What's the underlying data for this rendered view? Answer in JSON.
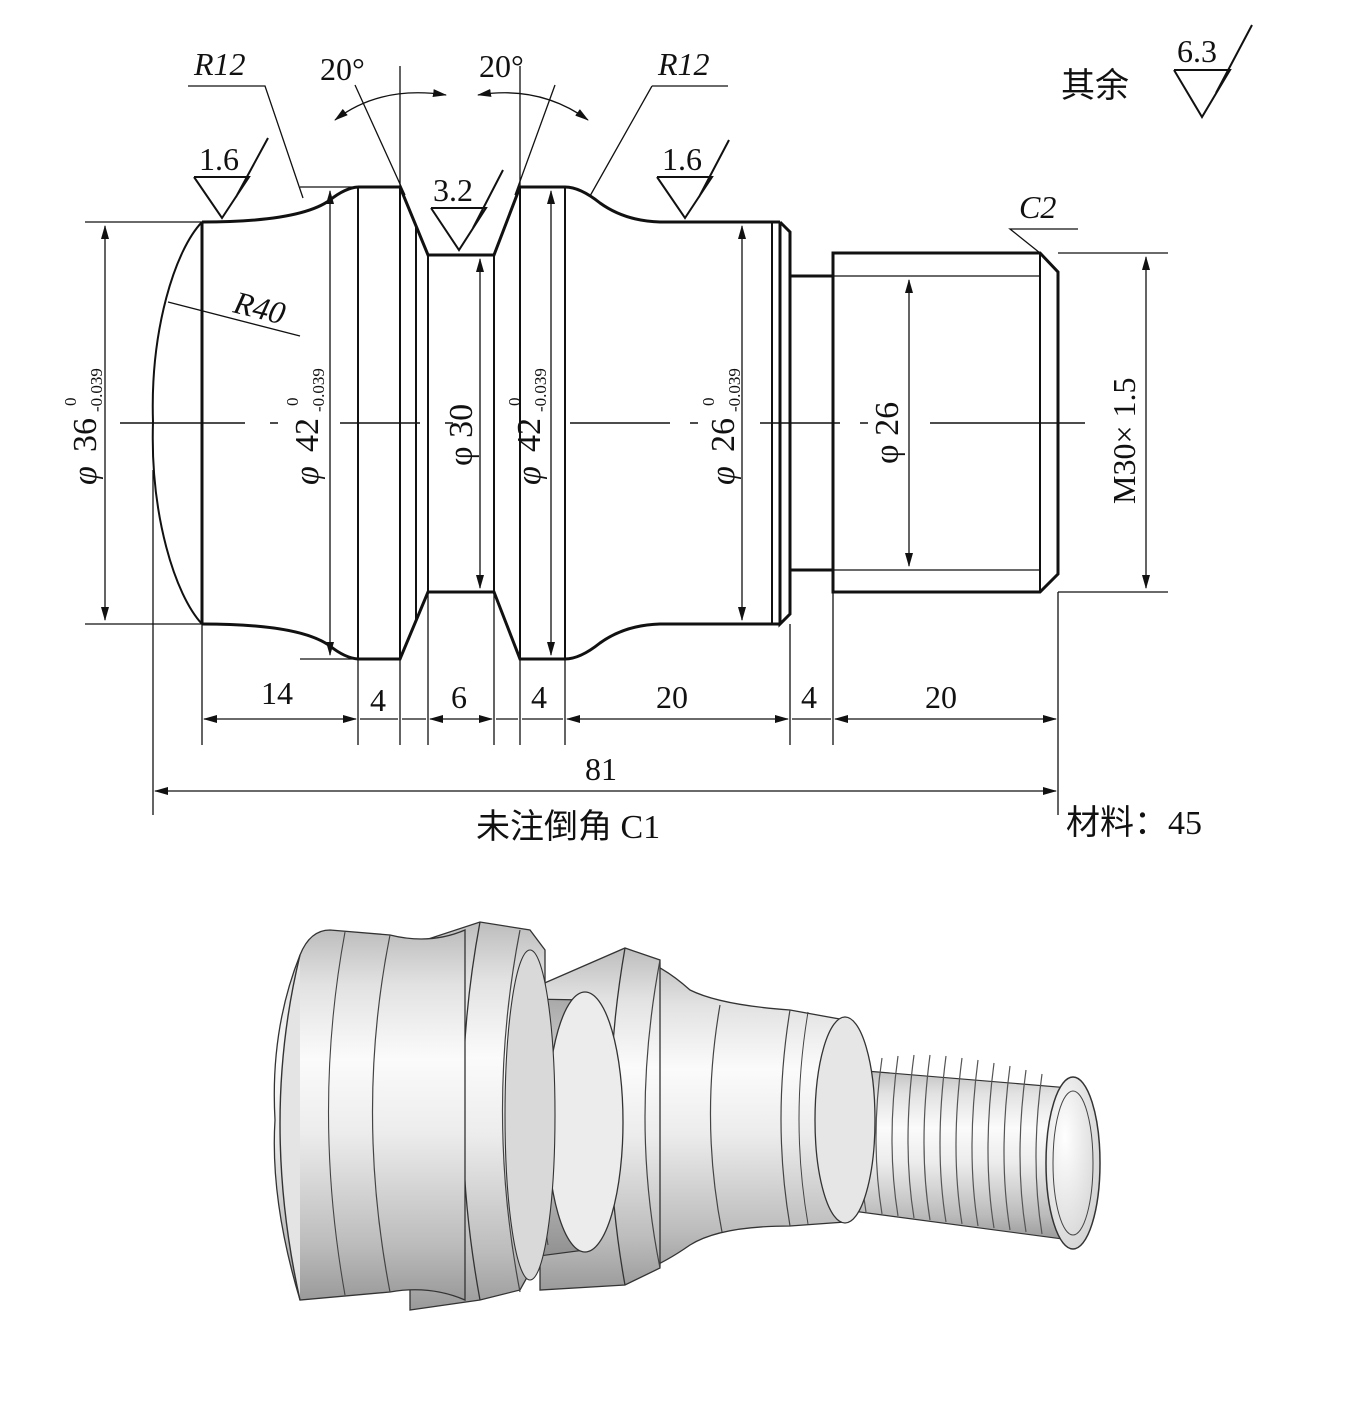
{
  "drawing": {
    "surface_finish": {
      "other_label": "其余",
      "other_value": "6.3",
      "left_value": "1.6",
      "groove_value": "3.2",
      "right_value": "1.6"
    },
    "radii": {
      "r12_left": "R12",
      "r12_right": "R12",
      "r40": "R40"
    },
    "angles": {
      "left": "20°",
      "right": "20°"
    },
    "chamfer": "C2",
    "diameters": {
      "d36_sym": "φ",
      "d36_main": "36",
      "d36_tol_upper": "0",
      "d36_tol_lower": "-0.039",
      "d42a_sym": "φ",
      "d42a_main": "42",
      "d42a_tol_upper": "0",
      "d42a_tol_lower": "-0.039",
      "d30": "φ 30",
      "d42b_sym": "φ",
      "d42b_main": "42",
      "d42b_tol_upper": "0",
      "d42b_tol_lower": "-0.039",
      "d26a_sym": "φ",
      "d26a_main": "26",
      "d26a_tol_upper": "0",
      "d26a_tol_lower": "-0.039",
      "d26b": "φ 26",
      "thread": "M30× 1.5"
    },
    "lengths": [
      "14",
      "4",
      "6",
      "4",
      "20",
      "4",
      "20"
    ],
    "total_length": "81",
    "note_chamfer": "未注倒角 C1",
    "material": "材料：45"
  },
  "render_3d": {
    "colors": {
      "light": "#f4f4f4",
      "mid": "#cfcfcf",
      "dark": "#8a8a8a",
      "edge": "#333333"
    }
  }
}
